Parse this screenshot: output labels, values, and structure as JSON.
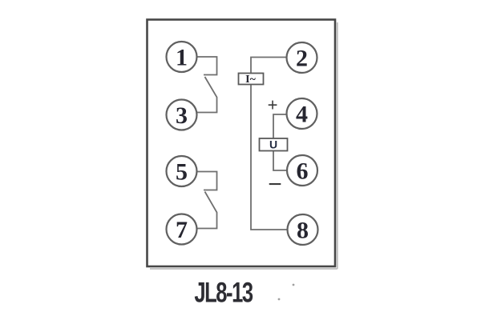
{
  "figure": {
    "model": "JL8-13",
    "terminals": [
      {
        "label": "1"
      },
      {
        "label": "2"
      },
      {
        "label": "3"
      },
      {
        "label": "4"
      },
      {
        "label": "5"
      },
      {
        "label": "6"
      },
      {
        "label": "7"
      },
      {
        "label": "8"
      }
    ],
    "components": {
      "current_element": "I~",
      "voltage_element": "U"
    },
    "polarity": {
      "plus": "+",
      "minus": "−"
    },
    "colors": {
      "wire": "#6f6f6f",
      "outline": "#474747",
      "digit_ink": "#262630",
      "label_ink": "#2d2d33"
    }
  }
}
